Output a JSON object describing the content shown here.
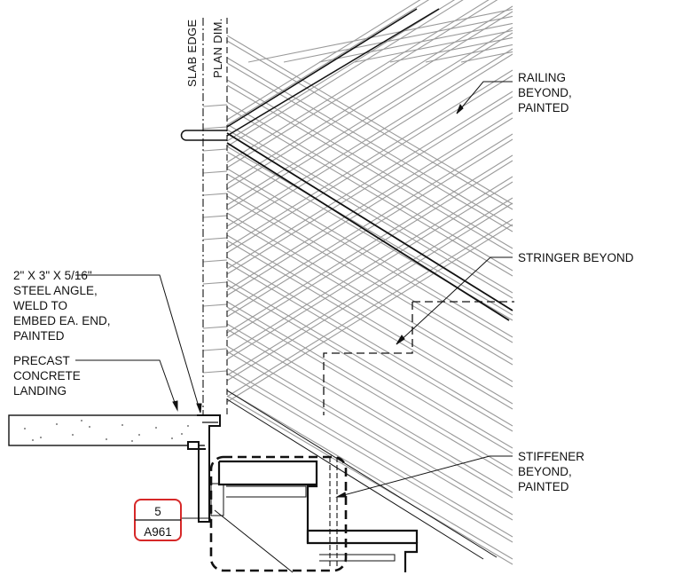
{
  "labels": {
    "slab_edge": "SLAB EDGE",
    "plan_dim": "PLAN DIM.",
    "railing": [
      "RAILING",
      "BEYOND,",
      "PAINTED"
    ],
    "stringer": "STRINGER BEYOND",
    "steel_angle": [
      "2\" X 3\" X 5/16\"",
      "STEEL ANGLE,",
      "WELD TO",
      "EMBED EA. END,",
      "PAINTED"
    ],
    "precast": [
      "PRECAST",
      "CONCRETE",
      "LANDING"
    ],
    "stiffener": [
      "STIFFENER",
      "BEYOND,",
      "PAINTED"
    ]
  },
  "detail_tag": {
    "number": "5",
    "sheet": "A961",
    "color": "#d62828"
  },
  "colors": {
    "line": "#111111",
    "hatch": "#9a9a9a",
    "background": "#ffffff"
  }
}
